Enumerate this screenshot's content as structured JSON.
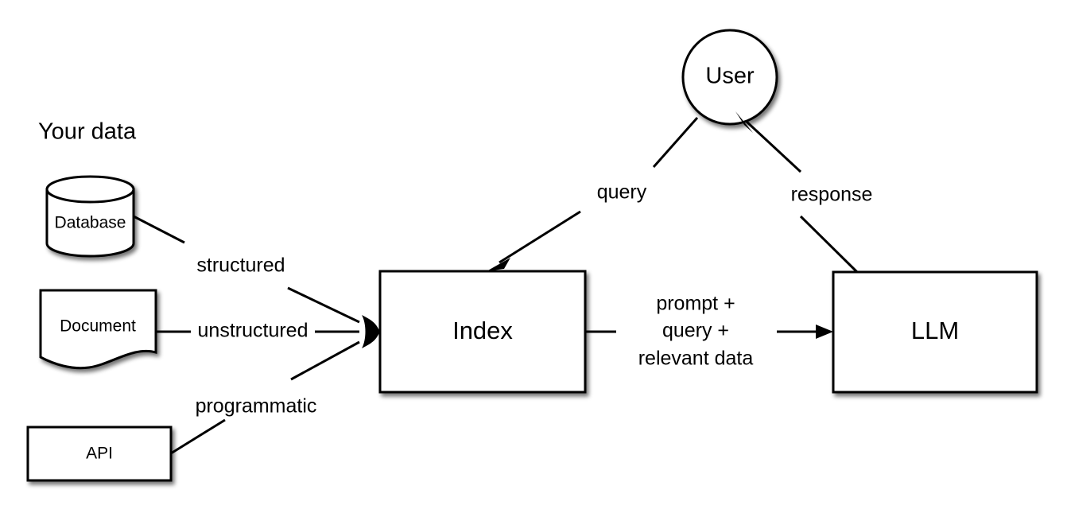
{
  "diagram": {
    "title_label": "Your data",
    "accent_color": "#000000",
    "background_color": "#ffffff",
    "nodes": [
      {
        "id": "database",
        "label": "Database",
        "shape": "cylinder",
        "font_size": 21
      },
      {
        "id": "document",
        "label": "Document",
        "shape": "document",
        "font_size": 21
      },
      {
        "id": "api",
        "label": "API",
        "shape": "rectangle",
        "font_size": 21
      },
      {
        "id": "index",
        "label": "Index",
        "shape": "rectangle",
        "font_size": 31
      },
      {
        "id": "user",
        "label": "User",
        "shape": "circle",
        "font_size": 29
      },
      {
        "id": "llm",
        "label": "LLM",
        "shape": "rectangle",
        "font_size": 31
      }
    ],
    "edges": [
      {
        "id": "database-index",
        "from": "database",
        "to": "index",
        "label": "structured",
        "arrowhead": "solid"
      },
      {
        "id": "document-index",
        "from": "document",
        "to": "index",
        "label": "unstructured",
        "arrowhead": "solid"
      },
      {
        "id": "api-index",
        "from": "api",
        "to": "index",
        "label": "programmatic",
        "arrowhead": "solid"
      },
      {
        "id": "user-index",
        "from": "user",
        "to": "index",
        "label": "query",
        "arrowhead": "thin"
      },
      {
        "id": "index-llm",
        "from": "index",
        "to": "llm",
        "label": "prompt +\nquery +\nrelevant data",
        "arrowhead": "thin"
      },
      {
        "id": "llm-user",
        "from": "llm",
        "to": "user",
        "label": "response",
        "arrowhead": "thin"
      }
    ],
    "edge_labels": {
      "structured": "structured",
      "unstructured": "unstructured",
      "programmatic": "programmatic",
      "query": "query",
      "response": "response",
      "prompt_line1": "prompt +",
      "prompt_line2": "query +",
      "prompt_line3": "relevant data"
    }
  }
}
